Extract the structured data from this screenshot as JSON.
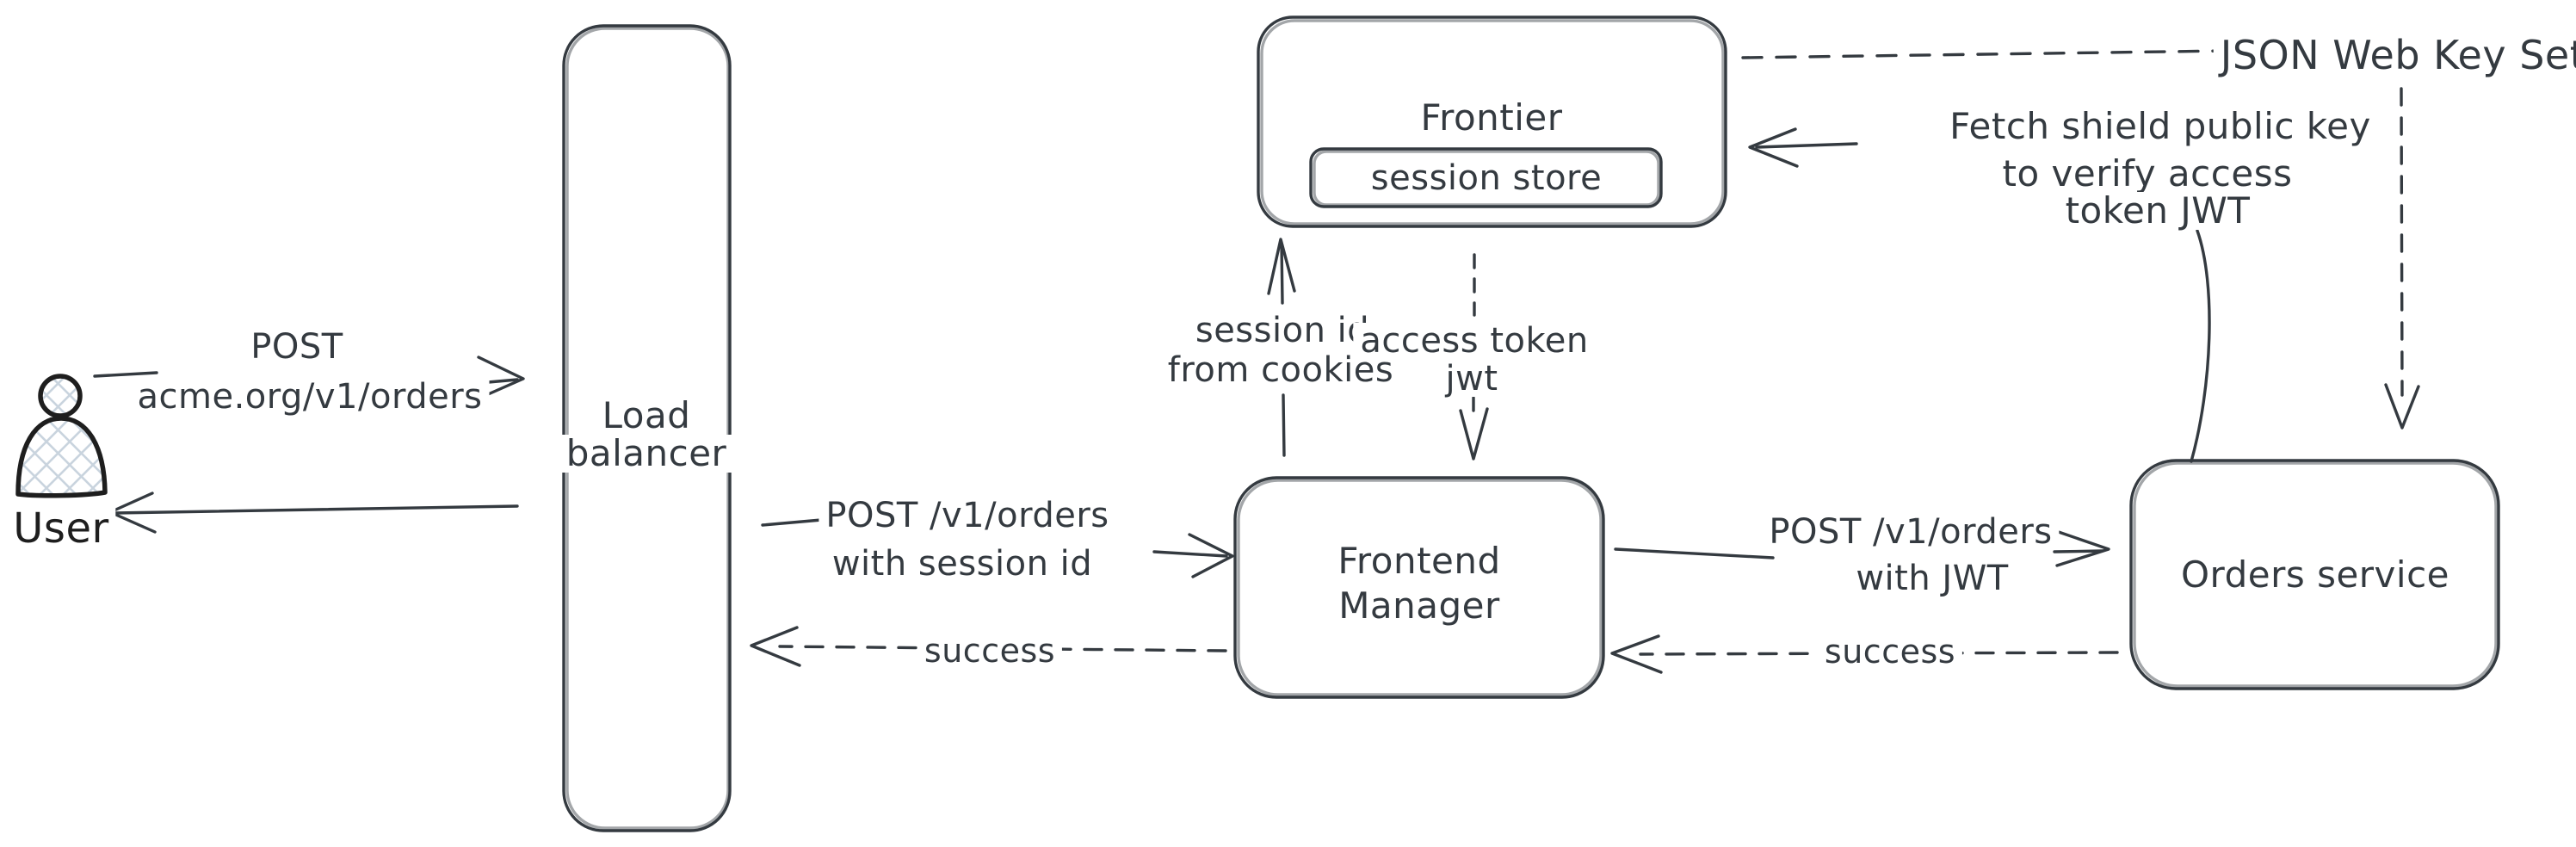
{
  "canvas": {
    "background": "#ffffff",
    "stroke_color": "#343a40",
    "user_stroke_color": "#1e1e1e",
    "hatch_fill_color": "#c9d4de"
  },
  "nodes": {
    "user": {
      "label": "User"
    },
    "load_balancer": {
      "label_line1": "Load",
      "label_line2": "balancer"
    },
    "frontier": {
      "label": "Frontier",
      "store_label": "session store"
    },
    "frontend_manager": {
      "label_line1": "Frontend",
      "label_line2": "Manager"
    },
    "orders_service": {
      "label": "Orders service"
    },
    "jwks": {
      "label": "JSON Web Key Set"
    }
  },
  "edges": {
    "user_to_lb": {
      "style": "solid",
      "label_line1": "POST",
      "label_line2": "acme.org/v1/orders"
    },
    "lb_to_user": {
      "style": "solid"
    },
    "lb_to_fm": {
      "style": "solid",
      "label_line1": "POST /v1/orders",
      "label_line2": "with session id"
    },
    "fm_to_lb": {
      "style": "dashed",
      "label": "success"
    },
    "fm_to_frontier": {
      "style": "solid",
      "label_line1": "session id",
      "label_line2": "from cookies"
    },
    "frontier_to_fm": {
      "style": "dashed",
      "label_line1": "access token",
      "label_line2": "jwt"
    },
    "fm_to_orders": {
      "style": "solid",
      "label_line1": "POST /v1/orders",
      "label_line2": "with JWT"
    },
    "orders_to_fm": {
      "style": "dashed",
      "label": "success"
    },
    "orders_to_frontier": {
      "style": "solid",
      "label_line1": "Fetch shield public key",
      "label_line2": "to verify access",
      "label_line3": "token JWT"
    },
    "frontier_to_jwks": {
      "style": "dashed"
    },
    "jwks_to_orders": {
      "style": "dashed"
    }
  }
}
